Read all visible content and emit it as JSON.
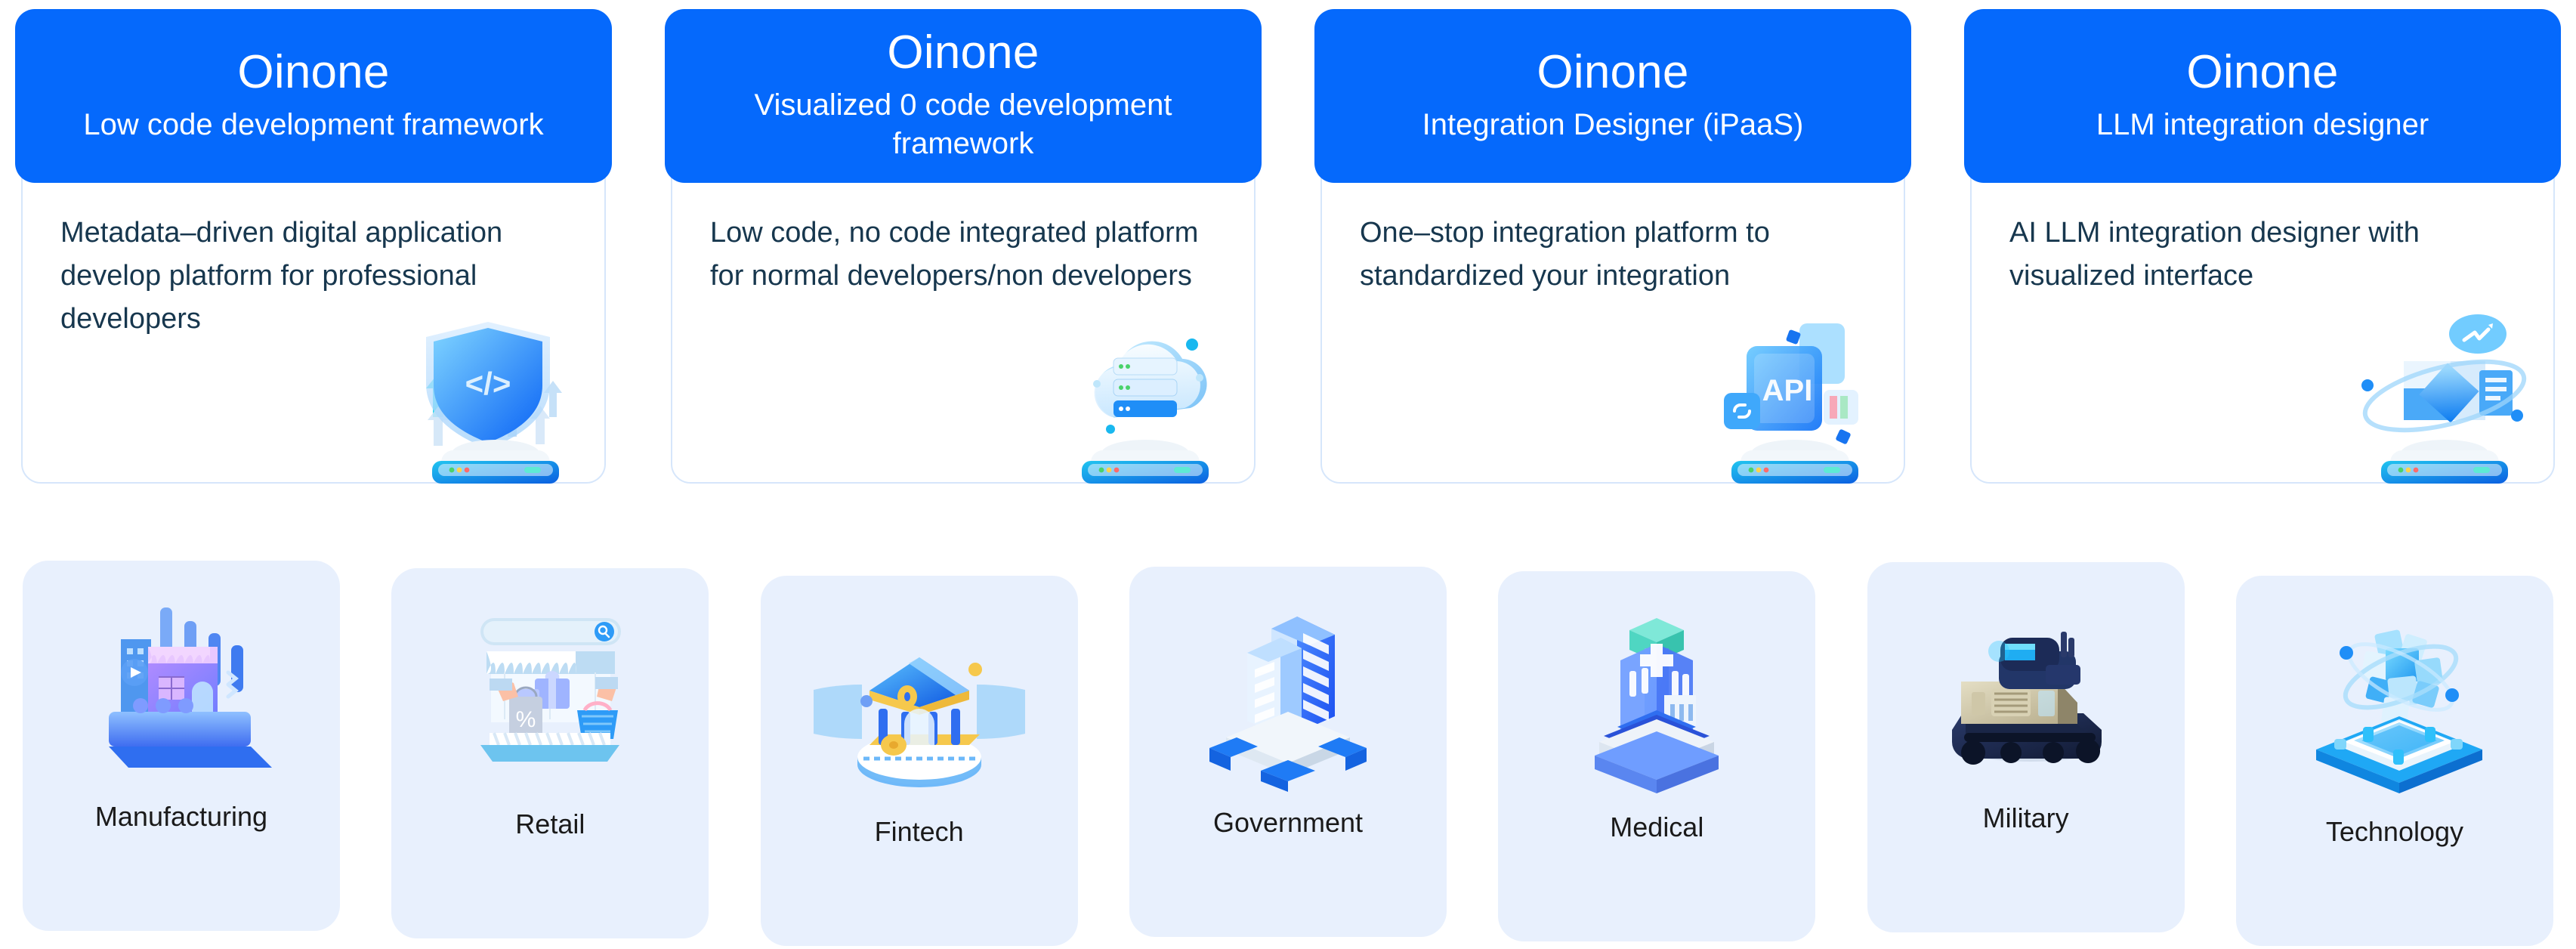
{
  "colors": {
    "brand_blue": "#0569FC",
    "card_border": "#D6E6FB",
    "tile_background": "#E8F0FD",
    "body_text": "#17374E",
    "label_text": "#1A1A1A",
    "header_text": "#FFFFFF"
  },
  "products": [
    {
      "title": "Oinone",
      "subtitle": "Low code development framework",
      "description": "Metadata–driven digital application develop platform for professional developers",
      "icon": "shield-code-arrows-icon"
    },
    {
      "title": "Oinone",
      "subtitle": "Visualized 0 code development framework",
      "description": "Low code, no code integrated platform for normal developers/non developers",
      "icon": "cloud-server-icon"
    },
    {
      "title": "Oinone",
      "subtitle": "Integration Designer (iPaaS)",
      "description": "One–stop integration platform to standardized your integration",
      "icon": "api-link-icon"
    },
    {
      "title": "Oinone",
      "subtitle": "LLM integration designer",
      "description": "AI LLM integration designer with visualized interface",
      "icon": "cube-orbit-icon"
    }
  ],
  "industries": [
    {
      "label": "Manufacturing",
      "icon": "factory-icon"
    },
    {
      "label": "Retail",
      "icon": "storefront-icon"
    },
    {
      "label": "Fintech",
      "icon": "bank-columns-icon"
    },
    {
      "label": "Government",
      "icon": "government-tower-icon"
    },
    {
      "label": "Medical",
      "icon": "hospital-cross-icon"
    },
    {
      "label": "Military",
      "icon": "tank-icon"
    },
    {
      "label": "Technology",
      "icon": "chip-atom-icon"
    }
  ]
}
